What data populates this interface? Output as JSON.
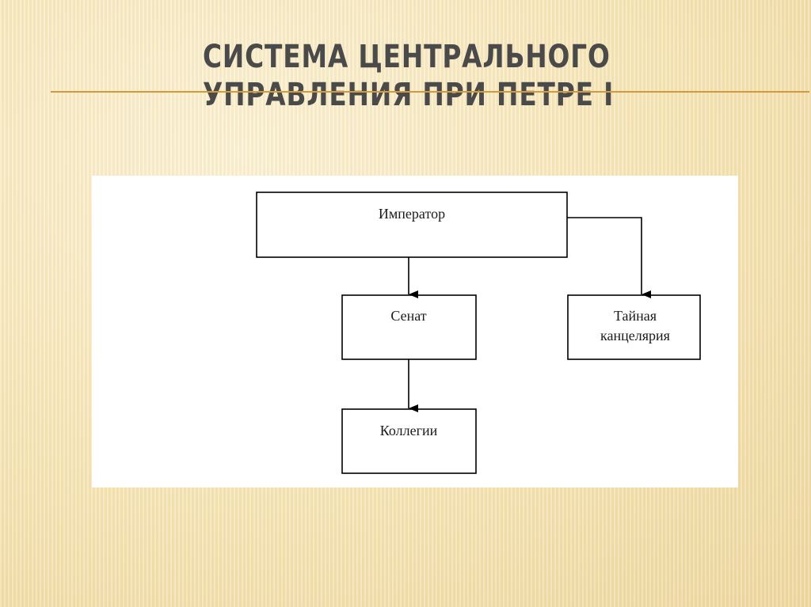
{
  "slide": {
    "title_line1": "СИСТЕМА ЦЕНТРАЛЬНОГО",
    "title_line2": "УПРАВЛЕНИЯ ПРИ ПЕТРЕ I"
  },
  "diagram": {
    "nodes": {
      "emperor": "Император",
      "senate": "Сенат",
      "secret_chancellery_line1": "Тайная",
      "secret_chancellery_line2": "канцелярия",
      "collegia": "Коллегии"
    },
    "edges": [
      {
        "from": "emperor",
        "to": "senate"
      },
      {
        "from": "emperor",
        "to": "secret_chancellery"
      },
      {
        "from": "senate",
        "to": "collegia"
      }
    ]
  },
  "colors": {
    "background": "#f6e7bd",
    "title_text": "#4a4a4a",
    "title_rule": "#d29a3c",
    "diagram_line": "#000000"
  }
}
